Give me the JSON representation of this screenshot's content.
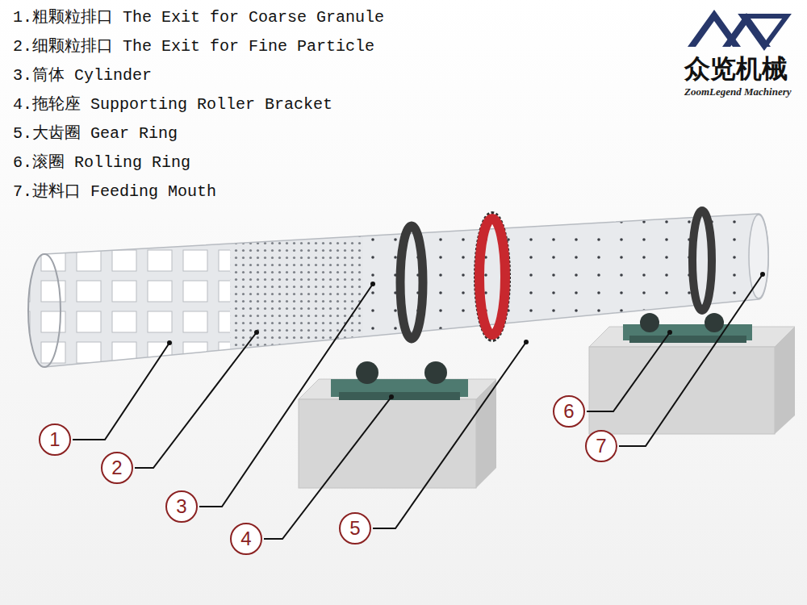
{
  "diagram": {
    "labels": [
      "1.粗颗粒排口 The Exit for Coarse Granule",
      "2.细颗粒排口 The Exit for Fine Particle",
      "3.筒体 Cylinder",
      "4.拖轮座 Supporting Roller Bracket",
      "5.大齿圈 Gear Ring",
      "6.滚圈 Rolling Ring",
      "7.进料口 Feeding Mouth",
      "众览机械",
      "ZoomLegend Machinery",
      "1",
      "2",
      "3",
      "4",
      "5",
      "6",
      "7"
    ]
  }
}
